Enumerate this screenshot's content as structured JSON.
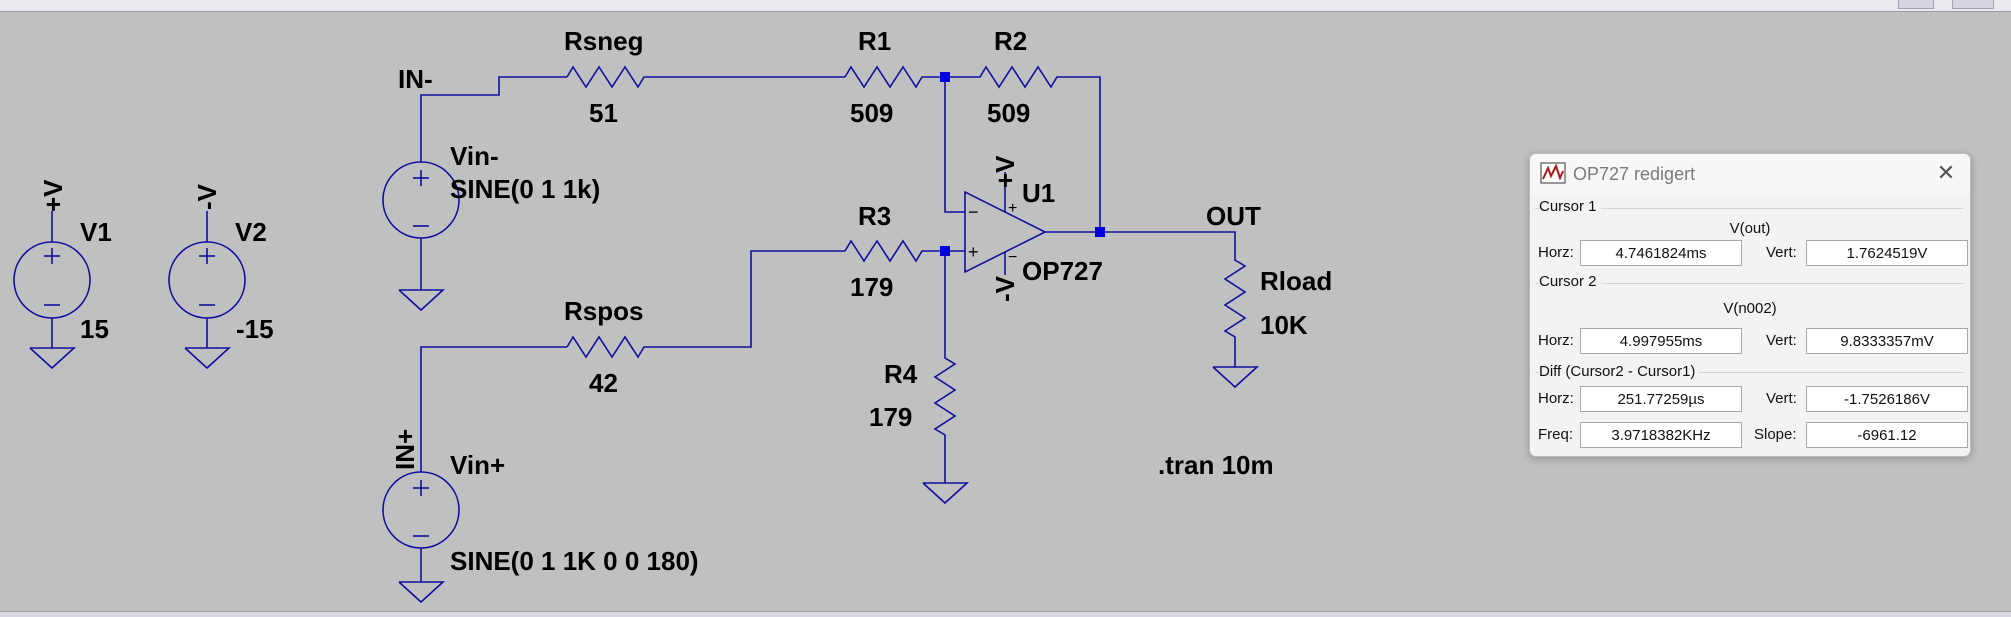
{
  "schematic": {
    "components": {
      "v1": {
        "name": "V1",
        "value": "15"
      },
      "v2": {
        "name": "V2",
        "value": "-15"
      },
      "vin_neg": {
        "name": "Vin-",
        "value": "SINE(0 1 1k)"
      },
      "vin_pos": {
        "name": "Vin+",
        "value": "SINE(0 1 1K 0 0 180)"
      },
      "rsneg": {
        "name": "Rsneg",
        "value": "51"
      },
      "rspos": {
        "name": "Rspos",
        "value": "42"
      },
      "r1": {
        "name": "R1",
        "value": "509"
      },
      "r2": {
        "name": "R2",
        "value": "509"
      },
      "r3": {
        "name": "R3",
        "value": "179"
      },
      "r4": {
        "name": "R4",
        "value": "179"
      },
      "rload": {
        "name": "Rload",
        "value": "10K"
      },
      "u1": {
        "name": "U1",
        "value": "OP727"
      }
    },
    "net_labels": {
      "pos_supply": "+V",
      "neg_supply": "-V",
      "in_neg": "IN-",
      "in_pos": "IN+",
      "out": "OUT",
      "op_pos_supply": "+V",
      "op_neg_supply": "-V"
    },
    "opamp_pins": {
      "minus": "−",
      "plus": "+"
    },
    "directive": ".tran 10m",
    "colors": {
      "wire": "#1010a0",
      "junction": "#0000e0",
      "background": "#c0c0c0"
    }
  },
  "cursor_dialog": {
    "title": "OP727 redigert",
    "close_icon": "close-icon",
    "cursor1": {
      "label": "Cursor 1",
      "trace": "V(out)",
      "horz_label": "Horz:",
      "horz_value": "4.7461824ms",
      "vert_label": "Vert:",
      "vert_value": "1.7624519V"
    },
    "cursor2": {
      "label": "Cursor 2",
      "trace": "V(n002)",
      "horz_label": "Horz:",
      "horz_value": "4.997955ms",
      "vert_label": "Vert:",
      "vert_value": "9.8333357mV"
    },
    "diff": {
      "label": "Diff (Cursor2 - Cursor1)",
      "horz_label": "Horz:",
      "horz_value": "251.77259µs",
      "vert_label": "Vert:",
      "vert_value": "-1.7526186V",
      "freq_label": "Freq:",
      "freq_value": "3.9718382KHz",
      "slope_label": "Slope:",
      "slope_value": "-6961.12"
    }
  }
}
